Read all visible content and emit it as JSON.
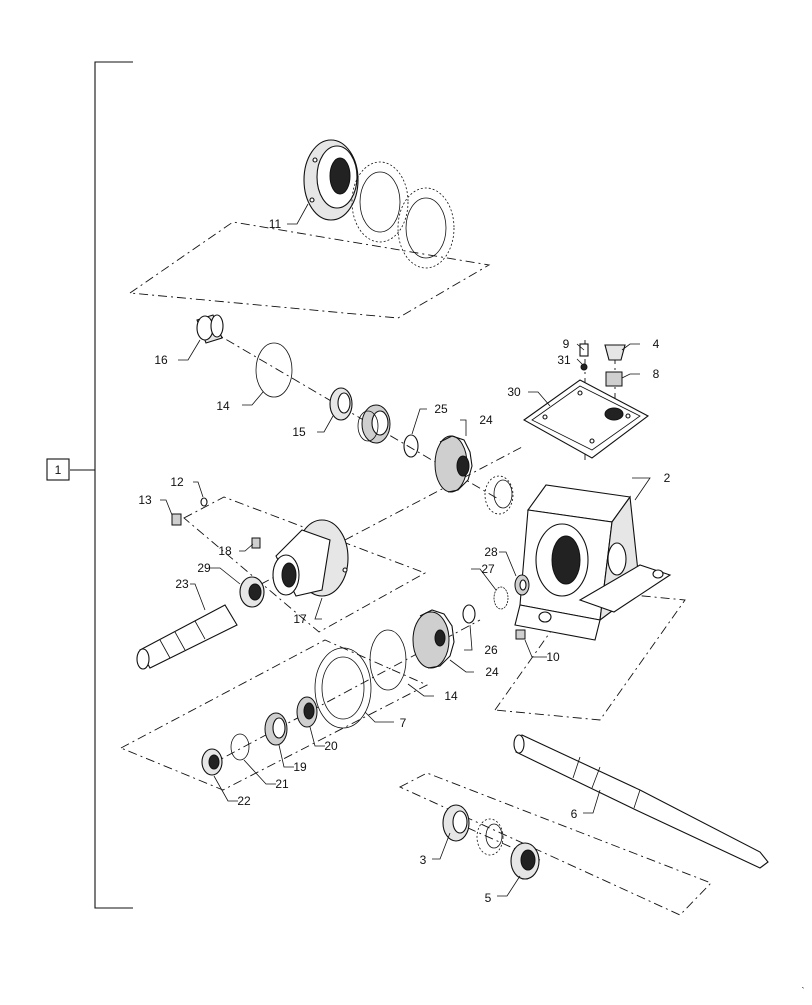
{
  "assembly": {
    "label": "1"
  },
  "callouts": [
    {
      "label": "2"
    },
    {
      "label": "3"
    },
    {
      "label": "4"
    },
    {
      "label": "5"
    },
    {
      "label": "6"
    },
    {
      "label": "7"
    },
    {
      "label": "8"
    },
    {
      "label": "9"
    },
    {
      "label": "10"
    },
    {
      "label": "11"
    },
    {
      "label": "12"
    },
    {
      "label": "13"
    },
    {
      "label": "14"
    },
    {
      "label": "14"
    },
    {
      "label": "15"
    },
    {
      "label": "16"
    },
    {
      "label": "17"
    },
    {
      "label": "18"
    },
    {
      "label": "19"
    },
    {
      "label": "20"
    },
    {
      "label": "21"
    },
    {
      "label": "22"
    },
    {
      "label": "23"
    },
    {
      "label": "24"
    },
    {
      "label": "24"
    },
    {
      "label": "25"
    },
    {
      "label": "26"
    },
    {
      "label": "27"
    },
    {
      "label": "28"
    },
    {
      "label": "29"
    },
    {
      "label": "30"
    },
    {
      "label": "31"
    }
  ],
  "corner_mark": "`"
}
